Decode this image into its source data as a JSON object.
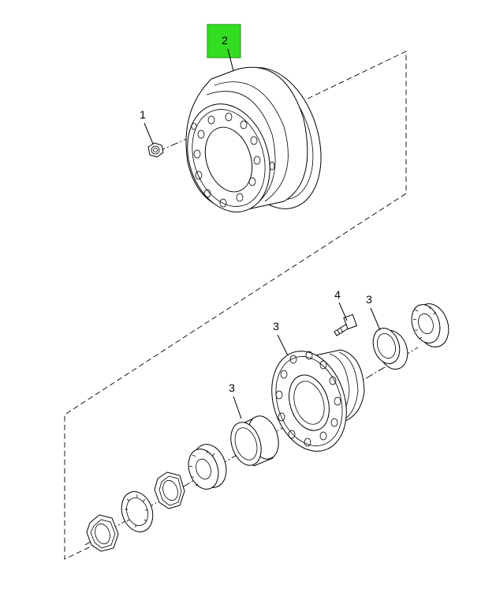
{
  "diagram": {
    "highlight_color": "#33dd22",
    "callouts": {
      "drum_highlighted": "2",
      "nut": "1",
      "stud": "4",
      "hub": "3",
      "inner_bearing_cup": "3",
      "outer_bearing_cup": "3"
    }
  }
}
